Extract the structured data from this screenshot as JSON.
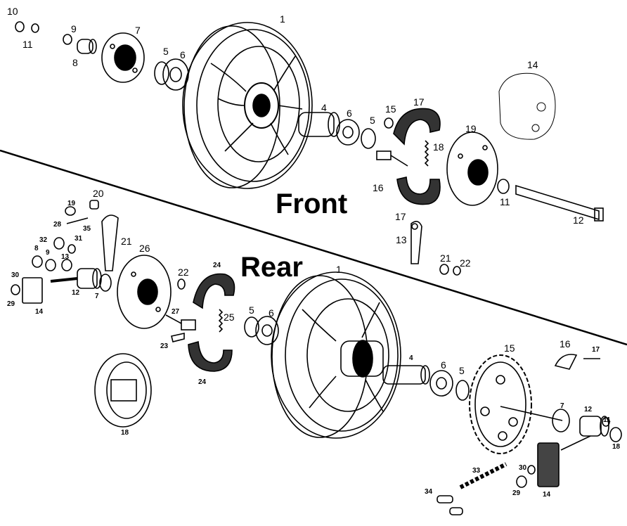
{
  "sections": {
    "front": "Front",
    "rear": "Rear"
  },
  "callouts": [
    {
      "id": "front-1",
      "group": "front",
      "label": "1"
    },
    {
      "id": "front-4",
      "group": "front",
      "label": "4"
    },
    {
      "id": "front-5a",
      "group": "front",
      "label": "5"
    },
    {
      "id": "front-6a",
      "group": "front",
      "label": "6"
    },
    {
      "id": "front-5b",
      "group": "front",
      "label": "5"
    },
    {
      "id": "front-6b",
      "group": "front",
      "label": "6"
    },
    {
      "id": "front-7",
      "group": "front",
      "label": "7"
    },
    {
      "id": "front-8",
      "group": "front",
      "label": "8"
    },
    {
      "id": "front-9",
      "group": "front",
      "label": "9"
    },
    {
      "id": "front-10",
      "group": "front",
      "label": "10"
    },
    {
      "id": "front-11a",
      "group": "front",
      "label": "11"
    },
    {
      "id": "front-11b",
      "group": "front",
      "label": "11"
    },
    {
      "id": "front-12",
      "group": "front",
      "label": "12"
    },
    {
      "id": "front-13",
      "group": "front",
      "label": "13"
    },
    {
      "id": "front-14",
      "group": "front",
      "label": "14"
    },
    {
      "id": "front-15",
      "group": "front",
      "label": "15"
    },
    {
      "id": "front-16",
      "group": "front",
      "label": "16"
    },
    {
      "id": "front-17a",
      "group": "front",
      "label": "17"
    },
    {
      "id": "front-17b",
      "group": "front",
      "label": "17"
    },
    {
      "id": "front-18",
      "group": "front",
      "label": "18"
    },
    {
      "id": "front-19",
      "group": "front",
      "label": "19"
    },
    {
      "id": "front-21",
      "group": "front",
      "label": "21"
    },
    {
      "id": "front-22",
      "group": "front",
      "label": "22"
    },
    {
      "id": "rear-1",
      "group": "rear",
      "label": "1"
    },
    {
      "id": "rear-4",
      "group": "rear",
      "label": "4"
    },
    {
      "id": "rear-5a",
      "group": "rear",
      "label": "5"
    },
    {
      "id": "rear-6a",
      "group": "rear",
      "label": "6"
    },
    {
      "id": "rear-6b",
      "group": "rear",
      "label": "6"
    },
    {
      "id": "rear-5b",
      "group": "rear",
      "label": "5"
    },
    {
      "id": "rear-7a",
      "group": "rear",
      "label": "7"
    },
    {
      "id": "rear-7b",
      "group": "rear",
      "label": "7"
    },
    {
      "id": "rear-8",
      "group": "rear",
      "label": "8"
    },
    {
      "id": "rear-9",
      "group": "rear",
      "label": "9"
    },
    {
      "id": "rear-11",
      "group": "rear",
      "label": "11"
    },
    {
      "id": "rear-12a",
      "group": "rear",
      "label": "12"
    },
    {
      "id": "rear-12b",
      "group": "rear",
      "label": "12"
    },
    {
      "id": "rear-13",
      "group": "rear",
      "label": "13"
    },
    {
      "id": "rear-14a",
      "group": "rear",
      "label": "14"
    },
    {
      "id": "rear-14b",
      "group": "rear",
      "label": "14"
    },
    {
      "id": "rear-15",
      "group": "rear",
      "label": "15"
    },
    {
      "id": "rear-16",
      "group": "rear",
      "label": "16"
    },
    {
      "id": "rear-17",
      "group": "rear",
      "label": "17"
    },
    {
      "id": "rear-18a",
      "group": "rear",
      "label": "18"
    },
    {
      "id": "rear-18b",
      "group": "rear",
      "label": "18"
    },
    {
      "id": "rear-19",
      "group": "rear",
      "label": "19"
    },
    {
      "id": "rear-20",
      "group": "rear",
      "label": "20"
    },
    {
      "id": "rear-21",
      "group": "rear",
      "label": "21"
    },
    {
      "id": "rear-22",
      "group": "rear",
      "label": "22"
    },
    {
      "id": "rear-23",
      "group": "rear",
      "label": "23"
    },
    {
      "id": "rear-24a",
      "group": "rear",
      "label": "24"
    },
    {
      "id": "rear-24b",
      "group": "rear",
      "label": "24"
    },
    {
      "id": "rear-25",
      "group": "rear",
      "label": "25"
    },
    {
      "id": "rear-26",
      "group": "rear",
      "label": "26"
    },
    {
      "id": "rear-27",
      "group": "rear",
      "label": "27"
    },
    {
      "id": "rear-28",
      "group": "rear",
      "label": "28"
    },
    {
      "id": "rear-29a",
      "group": "rear",
      "label": "29"
    },
    {
      "id": "rear-29b",
      "group": "rear",
      "label": "29"
    },
    {
      "id": "rear-30a",
      "group": "rear",
      "label": "30"
    },
    {
      "id": "rear-30b",
      "group": "rear",
      "label": "30"
    },
    {
      "id": "rear-31",
      "group": "rear",
      "label": "31"
    },
    {
      "id": "rear-32",
      "group": "rear",
      "label": "32"
    },
    {
      "id": "rear-33",
      "group": "rear",
      "label": "33"
    },
    {
      "id": "rear-34",
      "group": "rear",
      "label": "34"
    },
    {
      "id": "rear-35",
      "group": "rear",
      "label": "35"
    }
  ]
}
